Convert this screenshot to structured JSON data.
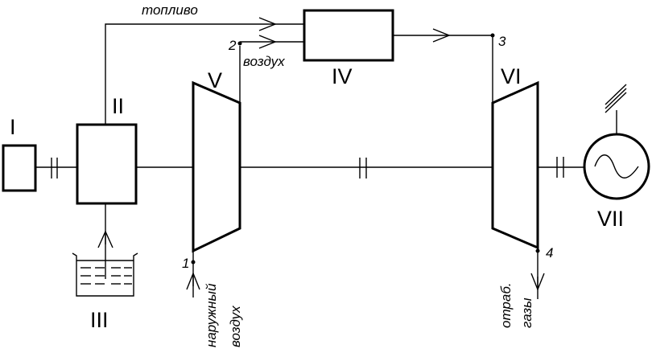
{
  "components": {
    "I": "I",
    "II": "II",
    "III": "III",
    "IV": "IV",
    "V": "V",
    "VI": "VI",
    "VII": "VII"
  },
  "points": {
    "p1": "1",
    "p2": "2",
    "p3": "3",
    "p4": "4"
  },
  "labels": {
    "fuel": "топливо",
    "air": "воздух",
    "outside_air_1": "наружный",
    "outside_air_2": "воздух",
    "exhaust_1": "отраб.",
    "exhaust_2": "газы"
  }
}
